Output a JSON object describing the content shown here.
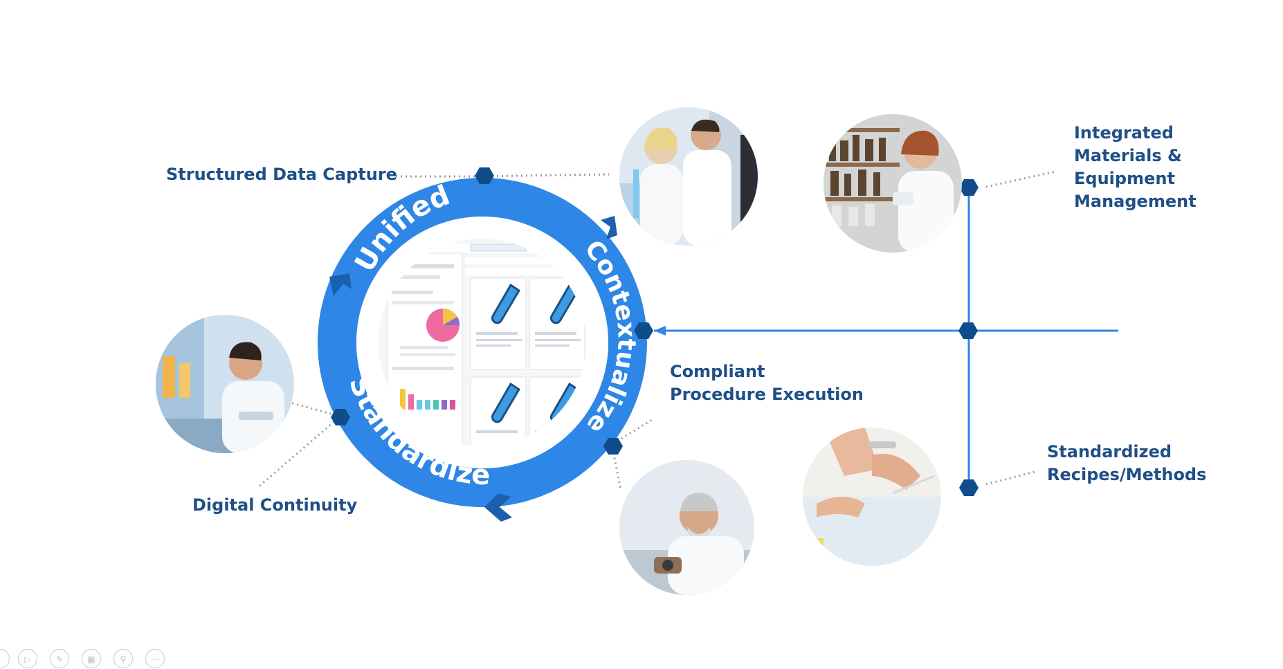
{
  "ring": {
    "top_label": "Unified",
    "right_label": "Contextualized",
    "bottom_label": "Standardized"
  },
  "labels": {
    "structured_data_capture": "Structured Data Capture",
    "integrated_materials": [
      "Integrated",
      "Materials &",
      "Equipment",
      "Management"
    ],
    "compliant_procedure": [
      "Compliant",
      "Procedure Execution"
    ],
    "standardized_recipes": [
      "Standardized",
      "Recipes/Methods"
    ],
    "digital_continuity": "Digital Continuity"
  },
  "colors": {
    "ring": "#2e86e6",
    "ring_dark": "#1b5fae",
    "node": "#0e4c8a",
    "label": "#1f4f86",
    "connector": "#9a9a9a"
  },
  "toolbar_icons": [
    "play-icon",
    "pen-icon",
    "slides-icon",
    "zoom-icon",
    "more-icon"
  ]
}
